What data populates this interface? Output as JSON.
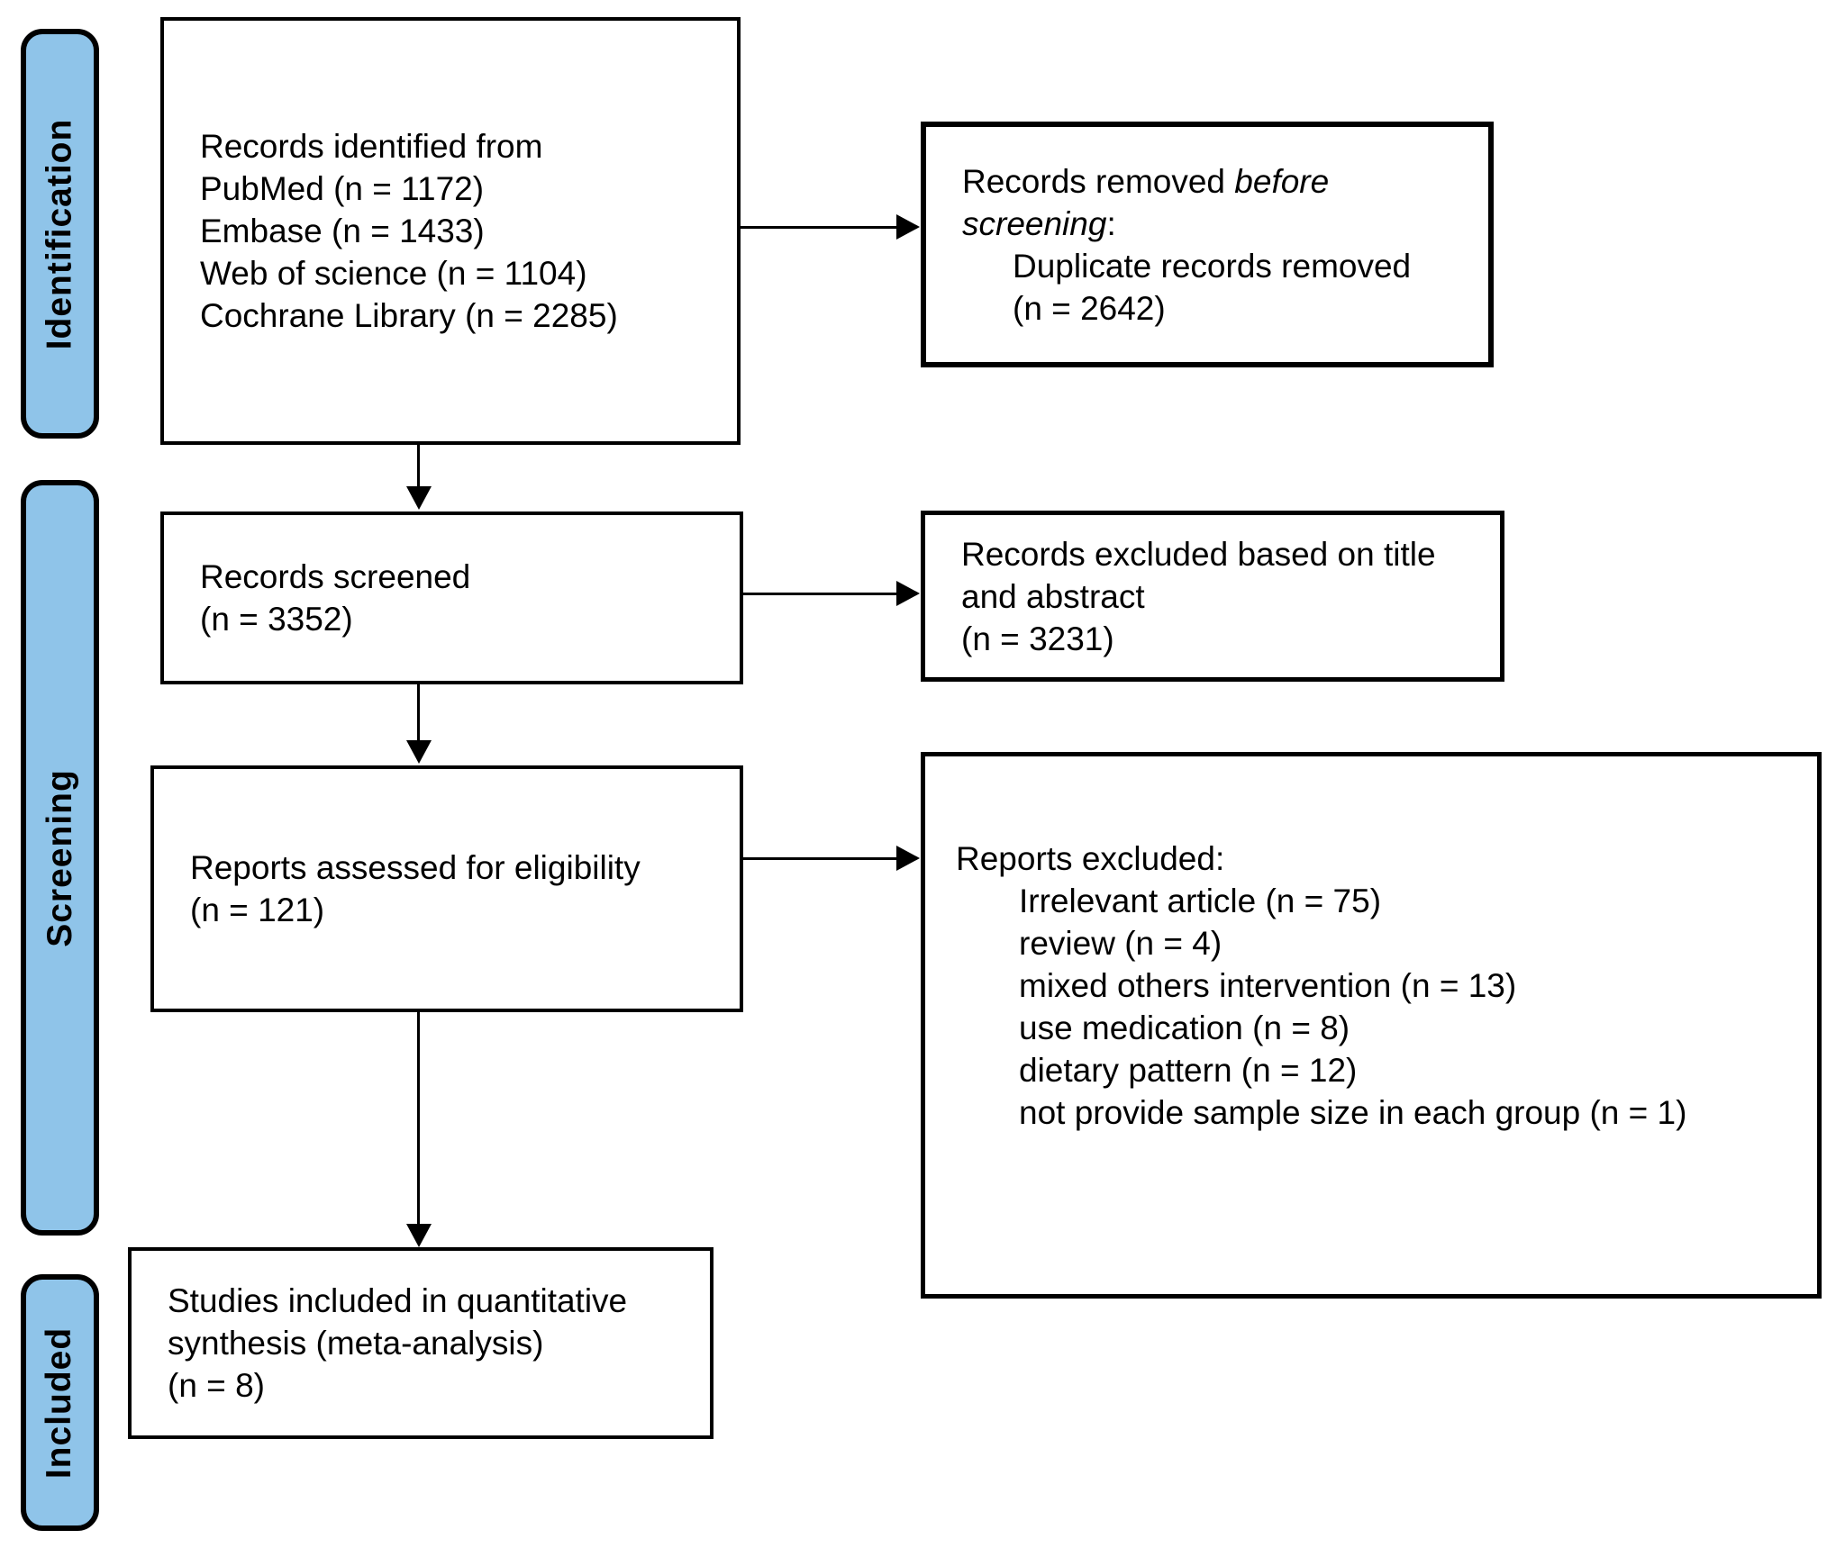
{
  "diagram": {
    "title": "PRISMA study selection flow diagram",
    "colors": {
      "stage_fill": "#8FC4E9",
      "border": "#000000",
      "background": "#FFFFFF",
      "text": "#000000"
    },
    "stages": {
      "identification": {
        "label": "Identification"
      },
      "screening": {
        "label": "Screening"
      },
      "included": {
        "label": "Included"
      }
    },
    "boxes": {
      "identified": {
        "lines": [
          {
            "segments": [
              {
                "text": "Records identified from"
              }
            ]
          },
          {
            "segments": [
              {
                "text": "PubMed (n = 1172)"
              }
            ]
          },
          {
            "segments": [
              {
                "text": "Embase (n = 1433)"
              }
            ]
          },
          {
            "segments": [
              {
                "text": "Web of science (n = 1104)"
              }
            ]
          },
          {
            "segments": [
              {
                "text": "Cochrane Library (n = 2285)"
              }
            ]
          }
        ]
      },
      "removed": {
        "lines": [
          {
            "segments": [
              {
                "text": "Records removed "
              },
              {
                "text": "before",
                "italic": true
              }
            ]
          },
          {
            "segments": [
              {
                "text": "screening",
                "italic": true
              },
              {
                "text": ":"
              }
            ]
          },
          {
            "indent": true,
            "segments": [
              {
                "text": "Duplicate records removed"
              }
            ]
          },
          {
            "indent": true,
            "segments": [
              {
                "text": "(n = 2642)"
              }
            ]
          }
        ]
      },
      "screened": {
        "lines": [
          {
            "segments": [
              {
                "text": "Records screened"
              }
            ]
          },
          {
            "segments": [
              {
                "text": "(n = 3352)"
              }
            ]
          }
        ]
      },
      "excluded_title_abstract": {
        "lines": [
          {
            "segments": [
              {
                "text": "Records excluded based on title"
              }
            ]
          },
          {
            "segments": [
              {
                "text": "and abstract"
              }
            ]
          },
          {
            "segments": [
              {
                "text": "(n = 3231)"
              }
            ]
          }
        ]
      },
      "assessed": {
        "lines": [
          {
            "segments": [
              {
                "text": "Reports assessed for eligibility"
              }
            ]
          },
          {
            "segments": [
              {
                "text": "(n = 121)"
              }
            ]
          }
        ]
      },
      "reports_excluded": {
        "lines": [
          {
            "segments": [
              {
                "text": "Reports excluded:"
              }
            ]
          },
          {
            "indent": true,
            "segments": [
              {
                "text": "Irrelevant article (n = 75)"
              }
            ]
          },
          {
            "indent": true,
            "segments": [
              {
                "text": "review (n = 4)"
              }
            ]
          },
          {
            "indent": true,
            "segments": [
              {
                "text": "mixed others intervention (n = 13)"
              }
            ]
          },
          {
            "indent": true,
            "segments": [
              {
                "text": "use medication (n = 8)"
              }
            ]
          },
          {
            "indent": true,
            "segments": [
              {
                "text": "dietary pattern (n = 12)"
              }
            ]
          },
          {
            "indent": true,
            "segments": [
              {
                "text": "not provide sample size in each group (n = 1)"
              }
            ]
          }
        ]
      },
      "included_studies": {
        "lines": [
          {
            "segments": [
              {
                "text": "Studies included in quantitative"
              }
            ]
          },
          {
            "segments": [
              {
                "text": "synthesis (meta-analysis)"
              }
            ]
          },
          {
            "segments": [
              {
                "text": "(n = 8)"
              }
            ]
          }
        ]
      }
    }
  }
}
